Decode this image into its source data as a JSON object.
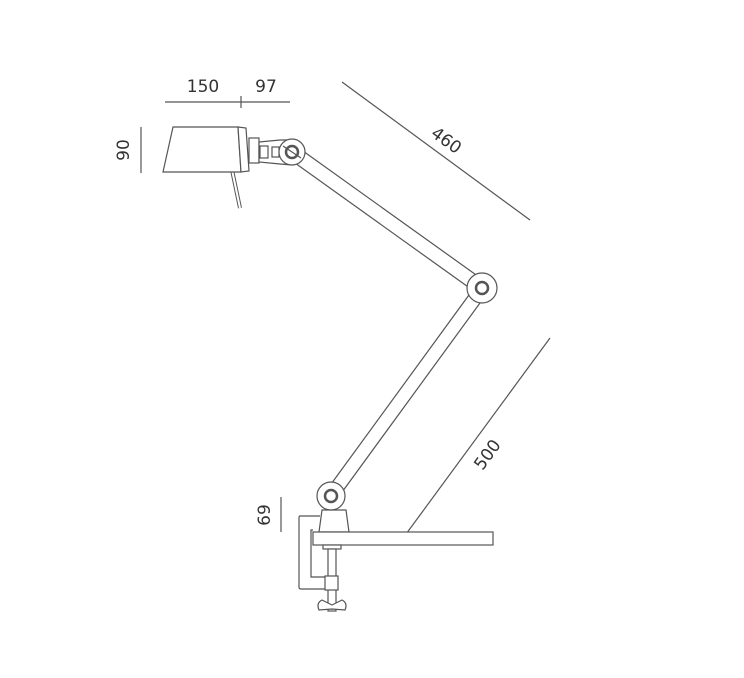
{
  "dimensions": {
    "shade_length": "150",
    "socket_length": "97",
    "shade_height": "90",
    "upper_arm": "460",
    "lower_arm": "500",
    "base_height": "69"
  },
  "colors": {
    "line": "#555555",
    "text": "#333333"
  }
}
